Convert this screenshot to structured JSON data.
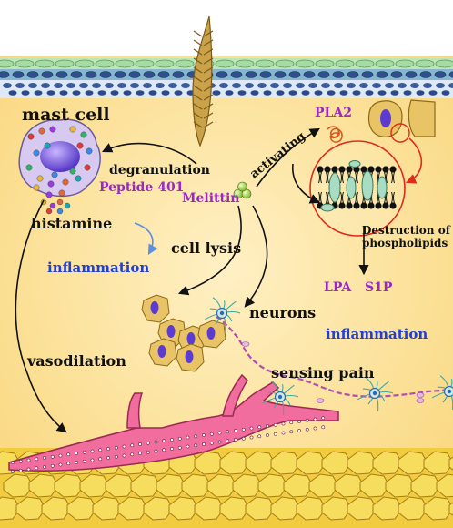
{
  "colors": {
    "tissue": "#fde3a0",
    "tissue_edge": "#f3c65a",
    "purple_text": "#9b27c7",
    "blue_text": "#1f3fd6",
    "red_ring": "#e02a1c",
    "vessel": "#ea5f93",
    "fat": "#f5d54a",
    "epidermis_green": "#9fd6a0",
    "epidermis_blue": "#2f4f8f"
  },
  "labels": {
    "mast_cell": "mast cell",
    "degranulation": "degranulation",
    "peptide_401": "Peptide 401",
    "histamine": "histamine",
    "inflammation_left": "inflammation",
    "melittin": "Melittin",
    "activating": "activating",
    "pla2": "PLA2",
    "destruction_line1": "Destruction of",
    "destruction_line2": "phospholipids",
    "cell_lysis": "cell lysis",
    "neurons": "neurons",
    "lpa": "LPA",
    "s1p": "S1P",
    "inflammation_right": "inflammation",
    "vasodilation": "vasodilation",
    "sensing_pain": "sensing pain"
  },
  "icons": {
    "stinger": "bee-stinger-icon",
    "mast_cell": "mast-cell-icon",
    "melittin": "melittin-molecule-icon",
    "pla2": "pla2-enzyme-icon",
    "membrane": "lipid-bilayer-icon",
    "neuron": "neuron-icon",
    "lysed_cells": "lysed-cells-icon",
    "blood_vessel": "blood-vessel-icon"
  }
}
